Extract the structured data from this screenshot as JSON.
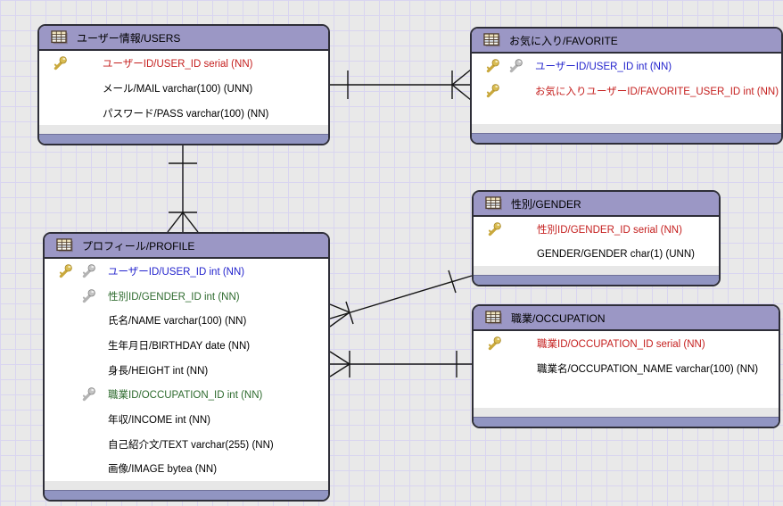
{
  "diagram_type": "entity-relationship",
  "colors": {
    "header_purple": "#9b97c5",
    "footer_purple": "#9195c2",
    "footer_gray": "#e7e7e7",
    "table_border": "#2e2e38",
    "canvas_bg": "#e9e9e9",
    "grid_line": "#d9d5f0",
    "pk_text_red": "#c5201f",
    "fk_text_blue": "#2323cd",
    "fk_text_green": "#2e6b2e"
  },
  "icons": {
    "table_icon": "table-grid",
    "primary_key_icon": "gold-key",
    "foreign_key_icon": "gray-key"
  },
  "tables": [
    {
      "title": "ユーザー情報/USERS",
      "columns": [
        {
          "label": "ユーザーID/USER_ID serial (NN)",
          "color": "red",
          "keys": [
            "primary"
          ]
        },
        {
          "label": "メール/MAIL varchar(100) (UNN)",
          "color": "black",
          "keys": []
        },
        {
          "label": "パスワード/PASS varchar(100) (NN)",
          "color": "black",
          "keys": []
        }
      ]
    },
    {
      "title": "お気に入り/FAVORITE",
      "columns": [
        {
          "label": "ユーザーID/USER_ID int (NN)",
          "color": "blue",
          "keys": [
            "primary",
            "foreign"
          ]
        },
        {
          "label": "お気に入りユーザーID/FAVORITE_USER_ID int (NN)",
          "color": "red",
          "keys": [
            "primary"
          ]
        }
      ]
    },
    {
      "title": "性別/GENDER",
      "columns": [
        {
          "label": "性別ID/GENDER_ID serial (NN)",
          "color": "red",
          "keys": [
            "primary"
          ]
        },
        {
          "label": "GENDER/GENDER char(1) (UNN)",
          "color": "black",
          "keys": []
        }
      ]
    },
    {
      "title": "プロフィール/PROFILE",
      "columns": [
        {
          "label": "ユーザーID/USER_ID int (NN)",
          "color": "blue",
          "keys": [
            "primary",
            "foreign"
          ]
        },
        {
          "label": "性別ID/GENDER_ID int (NN)",
          "color": "green",
          "keys": [
            "foreign"
          ]
        },
        {
          "label": "氏名/NAME varchar(100) (NN)",
          "color": "black",
          "keys": []
        },
        {
          "label": "生年月日/BIRTHDAY date (NN)",
          "color": "black",
          "keys": []
        },
        {
          "label": "身長/HEIGHT int (NN)",
          "color": "black",
          "keys": []
        },
        {
          "label": "職業ID/OCCUPATION_ID int (NN)",
          "color": "green",
          "keys": [
            "foreign"
          ]
        },
        {
          "label": "年収/INCOME int (NN)",
          "color": "black",
          "keys": []
        },
        {
          "label": "自己紹介文/TEXT varchar(255) (NN)",
          "color": "black",
          "keys": []
        },
        {
          "label": "画像/IMAGE bytea (NN)",
          "color": "black",
          "keys": []
        }
      ]
    },
    {
      "title": "職業/OCCUPATION",
      "columns": [
        {
          "label": "職業ID/OCCUPATION_ID serial (NN)",
          "color": "red",
          "keys": [
            "primary"
          ]
        },
        {
          "label": "職業名/OCCUPATION_NAME varchar(100) (NN)",
          "color": "black",
          "keys": []
        }
      ]
    }
  ],
  "relationships": [
    {
      "from": "ユーザー情報/USERS",
      "to": "お気に入り/FAVORITE",
      "from_marker": "one",
      "to_marker": "one-many-crowfoot"
    },
    {
      "from": "ユーザー情報/USERS",
      "to": "プロフィール/PROFILE",
      "from_marker": "one",
      "to_marker": "one-many-crowfoot"
    },
    {
      "from": "性別/GENDER",
      "to": "プロフィール/PROFILE",
      "from_marker": "one",
      "to_marker": "one-many-crowfoot"
    },
    {
      "from": "職業/OCCUPATION",
      "to": "プロフィール/PROFILE",
      "from_marker": "one",
      "to_marker": "one-many-crowfoot"
    }
  ]
}
